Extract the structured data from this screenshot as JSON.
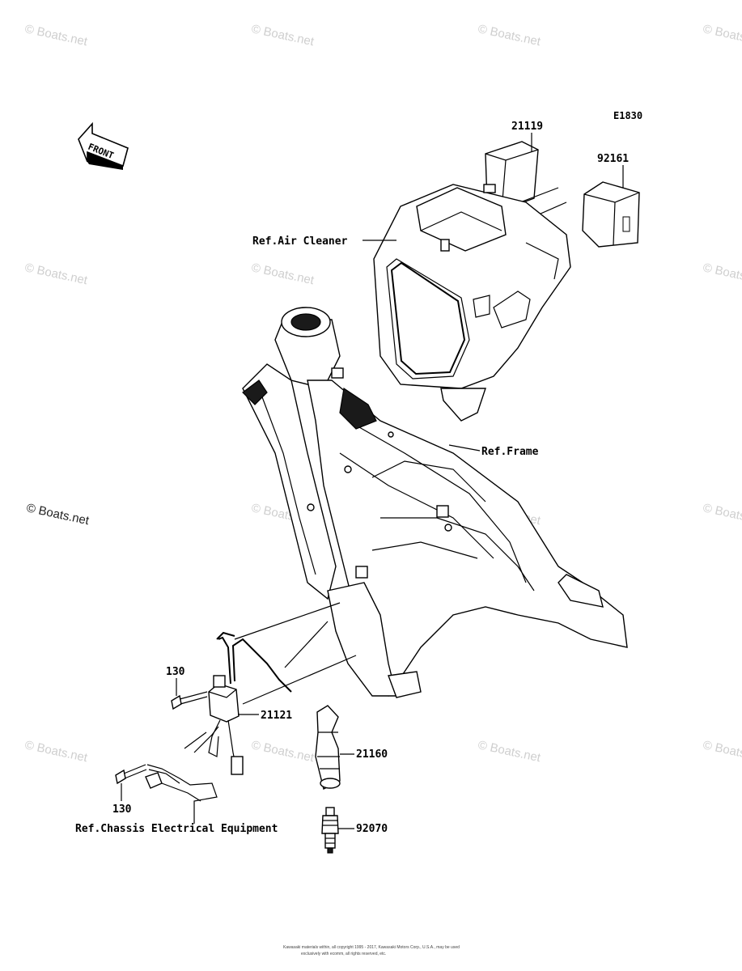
{
  "diagram_code": "E1830",
  "front_arrow_label": "FRONT",
  "watermark": "© Boats.net",
  "callouts": {
    "p21119": "21119",
    "p92161": "92161",
    "air_cleaner": "Ref.Air Cleaner",
    "frame": "Ref.Frame",
    "p130_top": "130",
    "p21121": "21121",
    "p21160": "21160",
    "p130_bottom": "130",
    "chassis": "Ref.Chassis Electrical Equipment",
    "p92070": "92070"
  },
  "footer": {
    "line1": "Kawasaki materials within, all copyright 1995 - 2017, Kawasaki Motors Corp., U.S.A., may be used",
    "line2": "exclusively with ecomm, all rights reserved, etc."
  }
}
